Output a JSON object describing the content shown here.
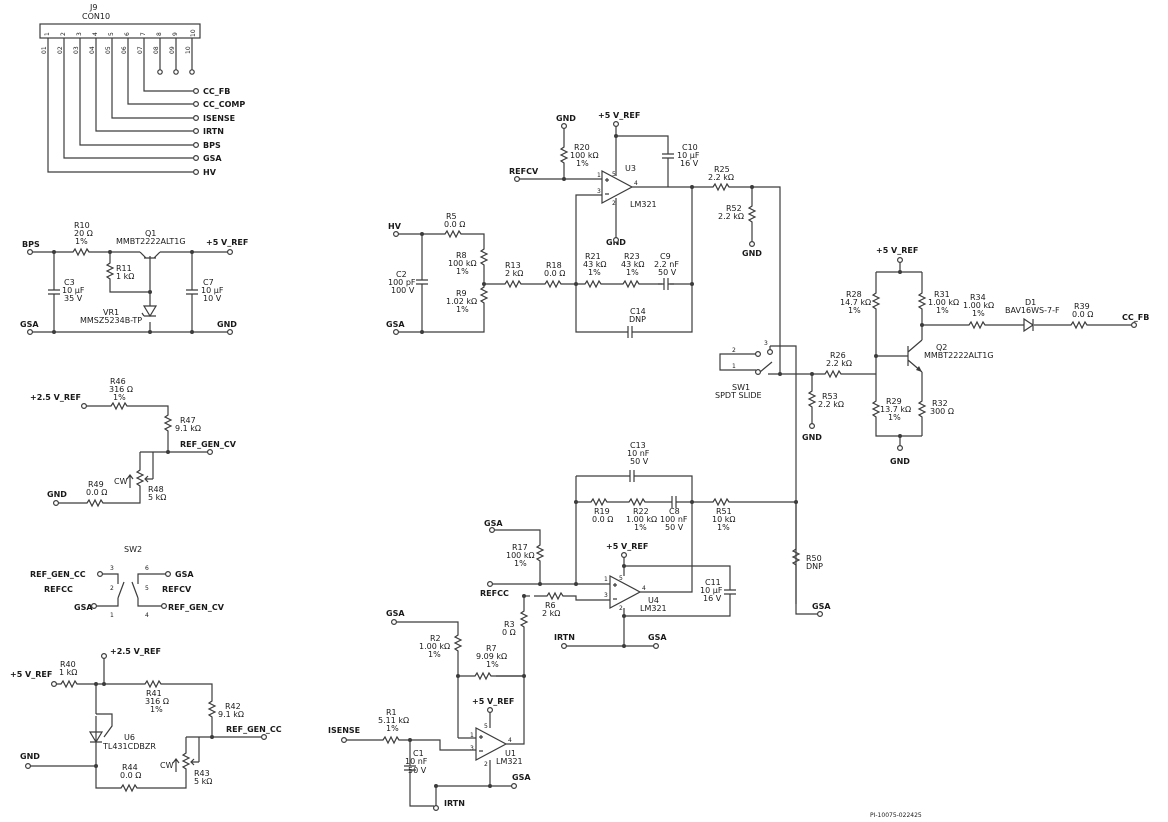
{
  "connector": {
    "ref": "J9",
    "type": "CON10",
    "pin_numbers": [
      "1",
      "2",
      "3",
      "4",
      "5",
      "6",
      "7",
      "8",
      "9",
      "10"
    ],
    "pin_labels": [
      "01",
      "02",
      "03",
      "04",
      "05",
      "06",
      "07",
      "08",
      "09",
      "10"
    ],
    "nets": [
      "CC_FB",
      "CC_COMP",
      "ISENSE",
      "IRTN",
      "BPS",
      "GSA",
      "HV"
    ]
  },
  "nets": {
    "bps": "BPS",
    "gsa": "GSA",
    "gnd": "GND",
    "hv": "HV",
    "v5ref": "+5 V_REF",
    "v25ref": "+2.5 V_REF",
    "refcv": "REFCV",
    "refcc": "REFCC",
    "ref_gen_cv": "REF_GEN_CV",
    "ref_gen_cc": "REF_GEN_CC",
    "isense": "ISENSE",
    "irtn": "IRTN",
    "cc_fb": "CC_FB"
  },
  "components": {
    "r10": {
      "ref": "R10",
      "value": "20 Ω",
      "tol": "1%"
    },
    "q1": {
      "ref": "Q1",
      "part": "MMBT2222ALT1G"
    },
    "r11": {
      "ref": "R11",
      "value": "1 kΩ"
    },
    "c3": {
      "ref": "C3",
      "value": "10 µF",
      "volt": "35 V"
    },
    "c7": {
      "ref": "C7",
      "value": "10 µF",
      "volt": "10 V"
    },
    "vr1": {
      "ref": "VR1",
      "part": "MMSZ5234B-TP"
    },
    "r46": {
      "ref": "R46",
      "value": "316 Ω",
      "tol": "1%"
    },
    "r47": {
      "ref": "R47",
      "value": "9.1 kΩ"
    },
    "r48": {
      "ref": "R48",
      "value": "5 kΩ"
    },
    "r49": {
      "ref": "R49",
      "value": "0.0 Ω"
    },
    "cw": "CW",
    "sw2": {
      "ref": "SW2"
    },
    "r40": {
      "ref": "R40",
      "value": "1 kΩ"
    },
    "r41": {
      "ref": "R41",
      "value": "316 Ω",
      "tol": "1%"
    },
    "r42": {
      "ref": "R42",
      "value": "9.1 kΩ"
    },
    "u6": {
      "ref": "U6",
      "part": "TL431CDBZR"
    },
    "r43": {
      "ref": "R43",
      "value": "5 kΩ"
    },
    "r44": {
      "ref": "R44",
      "value": "0.0 Ω"
    },
    "r20": {
      "ref": "R20",
      "value": "100 kΩ",
      "tol": "1%"
    },
    "u3": {
      "ref": "U3",
      "part": "LM321"
    },
    "c10": {
      "ref": "C10",
      "value": "10 µF",
      "volt": "16 V"
    },
    "r25": {
      "ref": "R25",
      "value": "2.2 kΩ"
    },
    "r52": {
      "ref": "R52",
      "value": "2.2 kΩ"
    },
    "r5": {
      "ref": "R5",
      "value": "0.0 Ω"
    },
    "r8": {
      "ref": "R8",
      "value": "100 kΩ",
      "tol": "1%"
    },
    "r9": {
      "ref": "R9",
      "value": "1.02 kΩ",
      "tol": "1%"
    },
    "c2": {
      "ref": "C2",
      "value": "100 pF",
      "volt": "100 V"
    },
    "r13": {
      "ref": "R13",
      "value": "2 kΩ"
    },
    "r18": {
      "ref": "R18",
      "value": "0.0 Ω"
    },
    "r21": {
      "ref": "R21",
      "value": "43 kΩ",
      "tol": "1%"
    },
    "r23": {
      "ref": "R23",
      "value": "43 kΩ",
      "tol": "1%"
    },
    "c9": {
      "ref": "C9",
      "value": "2.2 nF",
      "volt": "50 V"
    },
    "c14": {
      "ref": "C14",
      "value": "DNP"
    },
    "sw1": {
      "ref": "SW1",
      "part": "SPDT SLIDE"
    },
    "r26": {
      "ref": "R26",
      "value": "2.2 kΩ"
    },
    "r53": {
      "ref": "R53",
      "value": "2.2 kΩ"
    },
    "r28": {
      "ref": "R28",
      "value": "14.7 kΩ",
      "tol": "1%"
    },
    "r31": {
      "ref": "R31",
      "value": "1.00 kΩ",
      "tol": "1%"
    },
    "r34": {
      "ref": "R34",
      "value": "1.00 kΩ",
      "tol": "1%"
    },
    "d1": {
      "ref": "D1",
      "part": "BAV16WS-7-F"
    },
    "r39": {
      "ref": "R39",
      "value": "0.0 Ω"
    },
    "q2": {
      "ref": "Q2",
      "part": "MMBT2222ALT1G"
    },
    "r29": {
      "ref": "R29",
      "value": "13.7 kΩ",
      "tol": "1%"
    },
    "r32": {
      "ref": "R32",
      "value": "300 Ω"
    },
    "c13": {
      "ref": "C13",
      "value": "10 nF",
      "volt": "50 V"
    },
    "r19": {
      "ref": "R19",
      "value": "0.0 Ω"
    },
    "r22": {
      "ref": "R22",
      "value": "1.00 kΩ",
      "tol": "1%"
    },
    "c8": {
      "ref": "C8",
      "value": "100 nF",
      "volt": "50 V"
    },
    "r51": {
      "ref": "R51",
      "value": "10 kΩ",
      "tol": "1%"
    },
    "r50": {
      "ref": "R50",
      "value": "DNP"
    },
    "r17": {
      "ref": "R17",
      "value": "100 kΩ",
      "tol": "1%"
    },
    "u4": {
      "ref": "U4",
      "part": "LM321"
    },
    "c11": {
      "ref": "C11",
      "value": "10 µF",
      "volt": "16 V"
    },
    "r6": {
      "ref": "R6",
      "value": "2 kΩ"
    },
    "r3": {
      "ref": "R3",
      "value": "0 Ω"
    },
    "r2": {
      "ref": "R2",
      "value": "1.00 kΩ",
      "tol": "1%"
    },
    "r7": {
      "ref": "R7",
      "value": "9.09 kΩ",
      "tol": "1%"
    },
    "r1": {
      "ref": "R1",
      "value": "5.11 kΩ",
      "tol": "1%"
    },
    "c1": {
      "ref": "C1",
      "value": "10 nF",
      "volt": "50 V"
    },
    "u1": {
      "ref": "U1",
      "part": "LM321"
    }
  },
  "pins": {
    "p1": "1",
    "p2": "2",
    "p3": "3",
    "p4": "4",
    "p5": "5",
    "p6": "6"
  },
  "drawing_id": "PI-10075-022425"
}
